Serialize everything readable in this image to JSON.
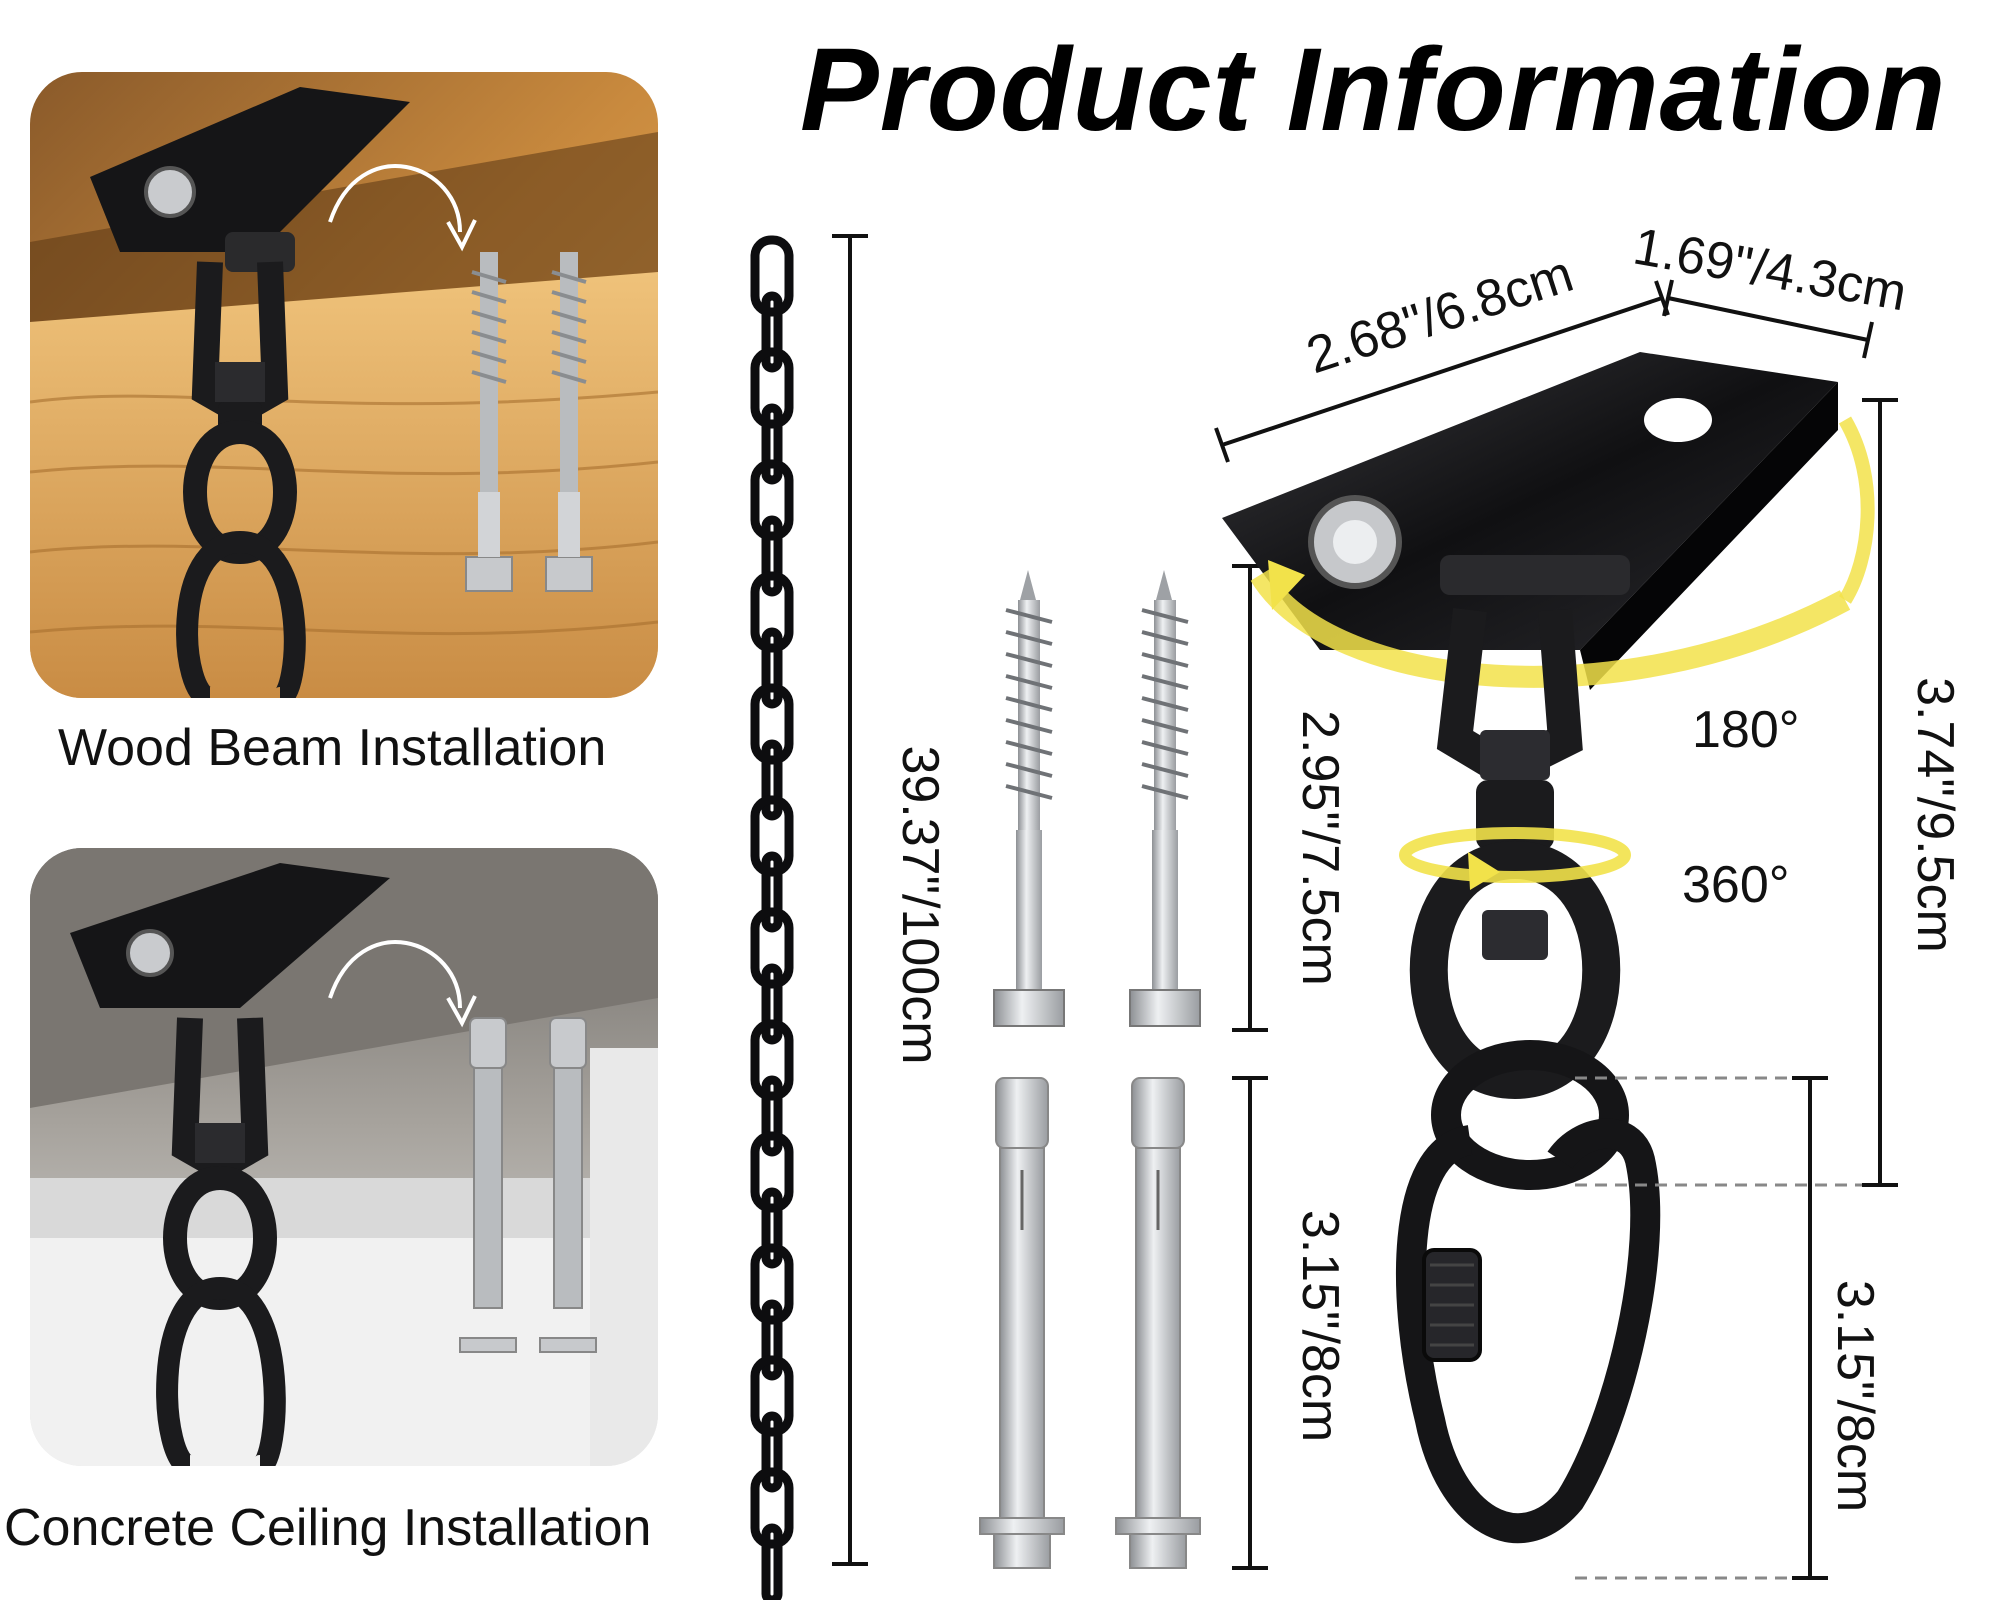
{
  "page": {
    "title": "Product Information"
  },
  "installations": [
    {
      "caption": "Wood Beam Installation"
    },
    {
      "caption": "Concrete Ceiling Installation"
    }
  ],
  "dimensions": {
    "chain_length": "39.37\"/100cm",
    "plate_length": "2.68\"/6.8cm",
    "plate_width": "1.69\"/4.3cm",
    "hanger_height": "3.74\"/9.5cm",
    "screw_length": "2.95\"/7.5cm",
    "anchor_length": "3.15\"/8cm",
    "carabiner_length": "3.15\"/8cm"
  },
  "rotation": {
    "swing": "180°",
    "spin": "360°"
  },
  "colors": {
    "metal_black": "#1a1a1c",
    "steel": "#c8cacd",
    "wood": "#d79a45",
    "concrete": "#9a9690",
    "rotation_arrow": "#f2e24a"
  }
}
